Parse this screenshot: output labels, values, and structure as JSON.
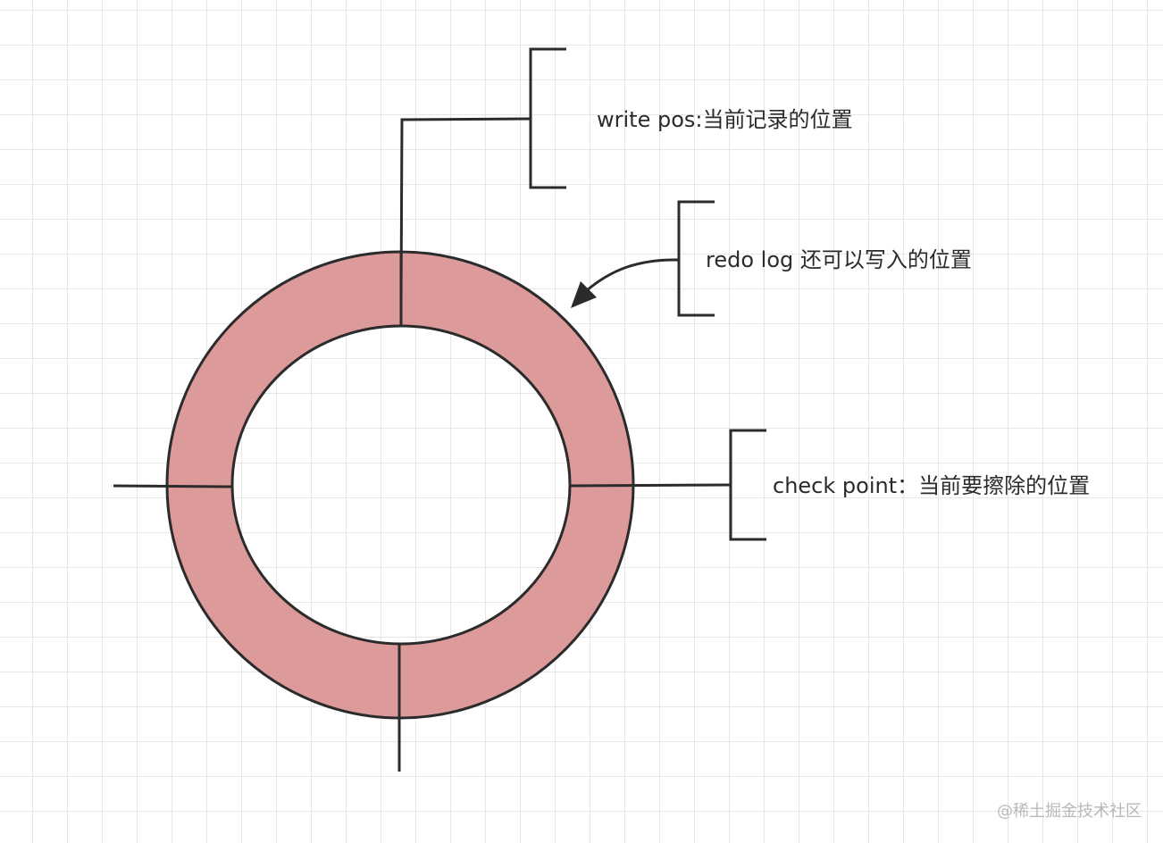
{
  "labels": {
    "write_pos": "write pos:当前记录的位置",
    "redo_space": "redo log 还可以写入的位置",
    "check_point": "check point：当前要擦除的位置"
  },
  "watermark": "@稀土掘金技术社区",
  "colors": {
    "ring_fill": "#dd9a9b",
    "stroke": "#2b2b2b",
    "grid": "#e6e6e6",
    "watermark": "#b8b8b8"
  }
}
